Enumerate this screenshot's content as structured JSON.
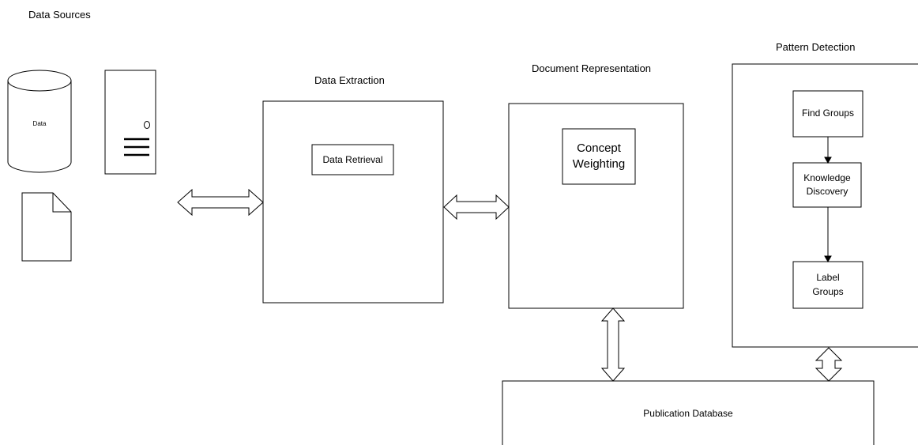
{
  "diagram": {
    "titles": {
      "data_sources": "Data Sources",
      "data_extraction": "Data Extraction",
      "document_representation": "Document Representation",
      "pattern_detection": "Pattern Detection"
    },
    "icons": {
      "database_label": "Data"
    },
    "boxes": {
      "data_retrieval": "Data Retrieval",
      "concept_weighting": "Concept Weighting",
      "find_groups": "Find Groups",
      "knowledge_discovery": "Knowledge Discovery",
      "label_groups": "Label Groups",
      "publication_database": "Publication Database"
    }
  }
}
